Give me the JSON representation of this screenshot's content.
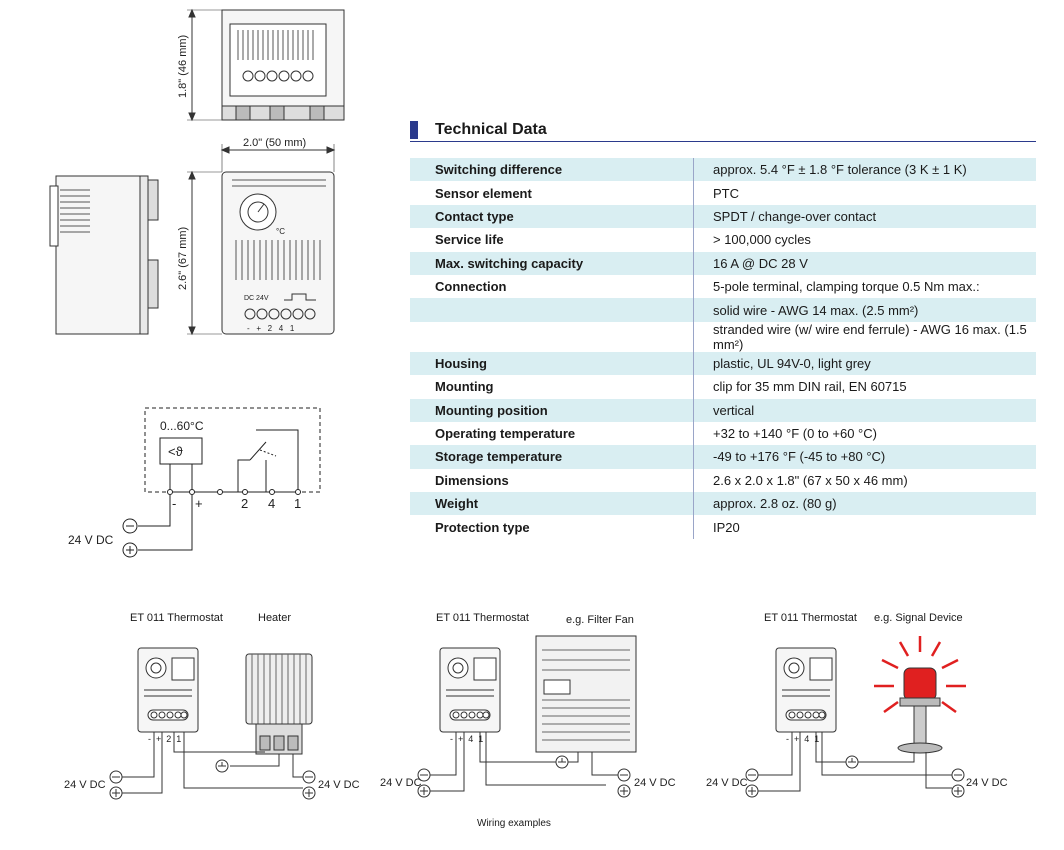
{
  "dimensions": {
    "height_side": "1.8\" (46 mm)",
    "width_front": "2.0\" (50 mm)",
    "height_front": "2.6\" (67 mm)",
    "dial_unit": "°C",
    "terminal_label": "DC 24V",
    "terminal_numbers": "-   +   2   4   1"
  },
  "circuit": {
    "range": "0...60°C",
    "sensor_symbol": "<ϑ",
    "minus": "-",
    "plus": "+",
    "t2": "2",
    "t4": "4",
    "t1": "1",
    "supply": "24 V DC"
  },
  "tech": {
    "title": "Technical Data",
    "rows": [
      {
        "label": "Switching difference",
        "value": "approx. 5.4 °F ± 1.8 °F tolerance (3 K ± 1 K)"
      },
      {
        "label": "Sensor element",
        "value": "PTC"
      },
      {
        "label": "Contact type",
        "value": "SPDT / change-over contact"
      },
      {
        "label": "Service life",
        "value": "> 100,000 cycles"
      },
      {
        "label": "Max. switching capacity",
        "value": "16 A @ DC 28 V"
      },
      {
        "label": "Connection",
        "value": "5-pole terminal, clamping torque 0.5 Nm max.:"
      },
      {
        "label": "",
        "value": "solid wire - AWG 14 max. (2.5 mm²)"
      },
      {
        "label": "",
        "value": "stranded wire (w/ wire end ferrule) - AWG 16 max. (1.5 mm²)"
      },
      {
        "label": "Housing",
        "value": "plastic, UL 94V-0, light grey"
      },
      {
        "label": "Mounting",
        "value": "clip for 35 mm DIN rail, EN 60715"
      },
      {
        "label": "Mounting position",
        "value": "vertical"
      },
      {
        "label": "Operating temperature",
        "value": "+32 to +140 °F (0 to +60 °C)"
      },
      {
        "label": "Storage temperature",
        "value": "-49 to +176 °F (-45 to +80 °C)"
      },
      {
        "label": "Dimensions",
        "value": "2.6 x 2.0 x 1.8\" (67 x 50 x 46 mm)"
      },
      {
        "label": "Weight",
        "value": "approx. 2.8 oz. (80 g)"
      },
      {
        "label": "Protection type",
        "value": "IP20"
      }
    ]
  },
  "wiring": {
    "ex1": {
      "thermostat": "ET 011 Thermostat",
      "device": "Heater",
      "left_supply": "24 V DC",
      "right_supply": "24 V DC",
      "terminals": "-  +  2  1"
    },
    "ex2": {
      "thermostat": "ET 011 Thermostat",
      "device": "e.g. Filter Fan",
      "left_supply": "24 V DC",
      "right_supply": "24 V DC",
      "terminals": "-  +  4  1"
    },
    "ex3": {
      "thermostat": "ET 011 Thermostat",
      "device": "e.g. Signal Device",
      "left_supply": "24 V DC",
      "right_supply": "24 V DC",
      "terminals": "-  +  4  1"
    },
    "caption": "Wiring examples"
  },
  "colors": {
    "accent": "#2b3a8c",
    "row_shade": "#d9eef2",
    "signal_red": "#e02020"
  }
}
